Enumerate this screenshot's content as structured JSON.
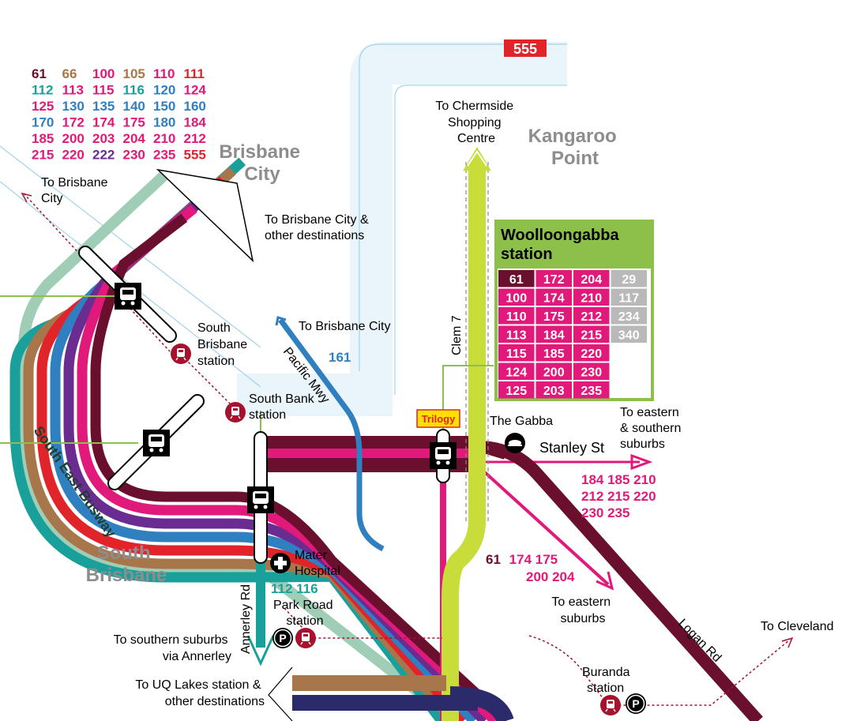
{
  "colors": {
    "maroon": "#6b0f2f",
    "tan": "#a8764b",
    "pink": "#e0197a",
    "teal": "#1aa09a",
    "blue": "#2f7fc1",
    "purple": "#6a2c91",
    "red": "#e0242a",
    "navy": "#2b2a6b",
    "lime": "#c8dc3a",
    "grey": "#b9b9b9",
    "green": "#8cc04b",
    "rail": "#a6122d",
    "busway_bg": "#9fcdb6",
    "lightblue_bg": "#eaf5fb",
    "place": "#8d8d8d"
  },
  "legend_routes": [
    [
      {
        "t": "61",
        "c": "maroon"
      },
      {
        "t": "66",
        "c": "tan"
      },
      {
        "t": "100",
        "c": "pink"
      },
      {
        "t": "105",
        "c": "tan"
      },
      {
        "t": "110",
        "c": "pink"
      },
      {
        "t": "111",
        "c": "red"
      }
    ],
    [
      {
        "t": "112",
        "c": "teal"
      },
      {
        "t": "113",
        "c": "pink"
      },
      {
        "t": "115",
        "c": "pink"
      },
      {
        "t": "116",
        "c": "teal"
      },
      {
        "t": "120",
        "c": "blue"
      },
      {
        "t": "124",
        "c": "pink"
      }
    ],
    [
      {
        "t": "125",
        "c": "pink"
      },
      {
        "t": "130",
        "c": "blue"
      },
      {
        "t": "135",
        "c": "blue"
      },
      {
        "t": "140",
        "c": "blue"
      },
      {
        "t": "150",
        "c": "blue"
      },
      {
        "t": "160",
        "c": "blue"
      }
    ],
    [
      {
        "t": "170",
        "c": "blue"
      },
      {
        "t": "172",
        "c": "pink"
      },
      {
        "t": "174",
        "c": "pink"
      },
      {
        "t": "175",
        "c": "pink"
      },
      {
        "t": "180",
        "c": "blue"
      },
      {
        "t": "184",
        "c": "pink"
      }
    ],
    [
      {
        "t": "185",
        "c": "pink"
      },
      {
        "t": "200",
        "c": "pink"
      },
      {
        "t": "203",
        "c": "pink"
      },
      {
        "t": "204",
        "c": "pink"
      },
      {
        "t": "210",
        "c": "pink"
      },
      {
        "t": "212",
        "c": "pink"
      }
    ],
    [
      {
        "t": "215",
        "c": "pink"
      },
      {
        "t": "220",
        "c": "pink"
      },
      {
        "t": "222",
        "c": "purple"
      },
      {
        "t": "230",
        "c": "pink"
      },
      {
        "t": "235",
        "c": "pink"
      },
      {
        "t": "555",
        "c": "red"
      }
    ]
  ],
  "places": {
    "brisbane_city": [
      "Brisbane",
      "City"
    ],
    "kangaroo_point": [
      "Kangaroo",
      "Point"
    ],
    "south_brisbane": [
      "South",
      "Brisbane"
    ]
  },
  "labels": {
    "to_brisbane_city_nw": [
      "To Brisbane",
      "City"
    ],
    "to_brisbane_city_other": [
      "To Brisbane City &",
      "other destinations"
    ],
    "to_chermside": [
      "To Chermside",
      "Shopping",
      "Centre"
    ],
    "south_brisbane_station": [
      "South",
      "Brisbane",
      "station"
    ],
    "south_bank_station": [
      "South Bank",
      "station"
    ],
    "to_brisbane_city_arrow": "To Brisbane City",
    "pacific_mwy": "Pacific Mwy",
    "route_161": "161",
    "clem7": "Clem 7",
    "route_555": "555",
    "trilogy": "Trilogy",
    "the_gabba": "The Gabba",
    "stanley_st": "Stanley St",
    "to_eastern_southern": [
      "To eastern",
      "& southern",
      "suburbs"
    ],
    "stanley_routes": [
      "184 185 210",
      "212 215 220",
      "230 235"
    ],
    "south_east_busway": "South East Busway",
    "mater_hospital": [
      "Mater",
      "Hospital"
    ],
    "routes_112_116": "112 116",
    "park_road_station": [
      "Park Road",
      "station"
    ],
    "annerley_rd": "Annerley Rd",
    "to_southern_suburbs": [
      "To southern suburbs",
      "via Annerley"
    ],
    "to_uq_lakes": [
      "To UQ Lakes station &",
      "other destinations"
    ],
    "eastern_routes_a": {
      "t1": "61",
      "t2": "174 175"
    },
    "eastern_routes_b": "200 204",
    "to_eastern_suburbs": [
      "To eastern",
      "suburbs"
    ],
    "logan_rd": "Logan Rd",
    "to_cleveland": "To Cleveland",
    "buranda_station": [
      "Buranda",
      "station"
    ]
  },
  "woolloongabba": {
    "title": [
      "Woolloongabba",
      "station"
    ],
    "rows": [
      [
        {
          "t": "61",
          "c": "maroon"
        },
        {
          "t": "172",
          "c": "pink"
        },
        {
          "t": "204",
          "c": "pink"
        },
        {
          "t": "29",
          "c": "grey"
        }
      ],
      [
        {
          "t": "100",
          "c": "pink"
        },
        {
          "t": "174",
          "c": "pink"
        },
        {
          "t": "210",
          "c": "pink"
        },
        {
          "t": "117",
          "c": "grey"
        }
      ],
      [
        {
          "t": "110",
          "c": "pink"
        },
        {
          "t": "175",
          "c": "pink"
        },
        {
          "t": "212",
          "c": "pink"
        },
        {
          "t": "234",
          "c": "grey"
        }
      ],
      [
        {
          "t": "113",
          "c": "pink"
        },
        {
          "t": "184",
          "c": "pink"
        },
        {
          "t": "215",
          "c": "pink"
        },
        {
          "t": "340",
          "c": "grey"
        }
      ],
      [
        {
          "t": "115",
          "c": "pink"
        },
        {
          "t": "185",
          "c": "pink"
        },
        {
          "t": "220",
          "c": "pink"
        },
        {
          "t": "",
          "c": "none"
        }
      ],
      [
        {
          "t": "124",
          "c": "pink"
        },
        {
          "t": "200",
          "c": "pink"
        },
        {
          "t": "230",
          "c": "pink"
        },
        {
          "t": "",
          "c": "none"
        }
      ],
      [
        {
          "t": "125",
          "c": "pink"
        },
        {
          "t": "203",
          "c": "pink"
        },
        {
          "t": "235",
          "c": "pink"
        },
        {
          "t": "",
          "c": "none"
        }
      ]
    ]
  },
  "icons": {
    "bus_station": "bus-icon",
    "train_station": "train-icon",
    "park_and_ride": "parking-icon",
    "hospital": "hospital-icon",
    "stadium": "stadium-icon"
  }
}
